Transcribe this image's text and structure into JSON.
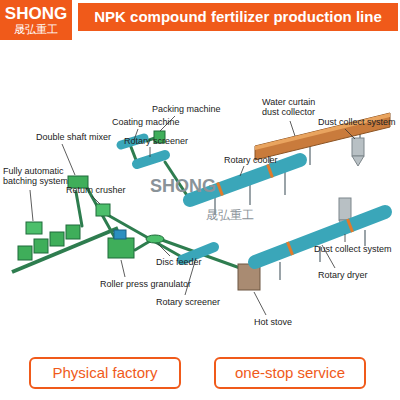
{
  "diagram": {
    "title": "NPK compound fertilizer production line",
    "nodes": [
      {
        "text": [
          "SHONG",
          "晟弘重工"
        ]
      },
      {
        "text": [
          "Physical factory"
        ]
      },
      {
        "text": [
          "one-stop service"
        ]
      }
    ],
    "labels": [
      "Packing machine",
      "Water curtain dust collector",
      "Coating machine",
      "Dust collect system",
      "Double shaft mixer",
      "Rotary screener",
      "Rotary cooler",
      "Fully automatic batching system",
      "Return crusher",
      "Dust collect system",
      "Rotary dryer",
      "Disc feeder",
      "Roller press granulator",
      "Rotary screener",
      "Hot stove",
      "SHONG",
      "晟弘重工"
    ]
  }
}
